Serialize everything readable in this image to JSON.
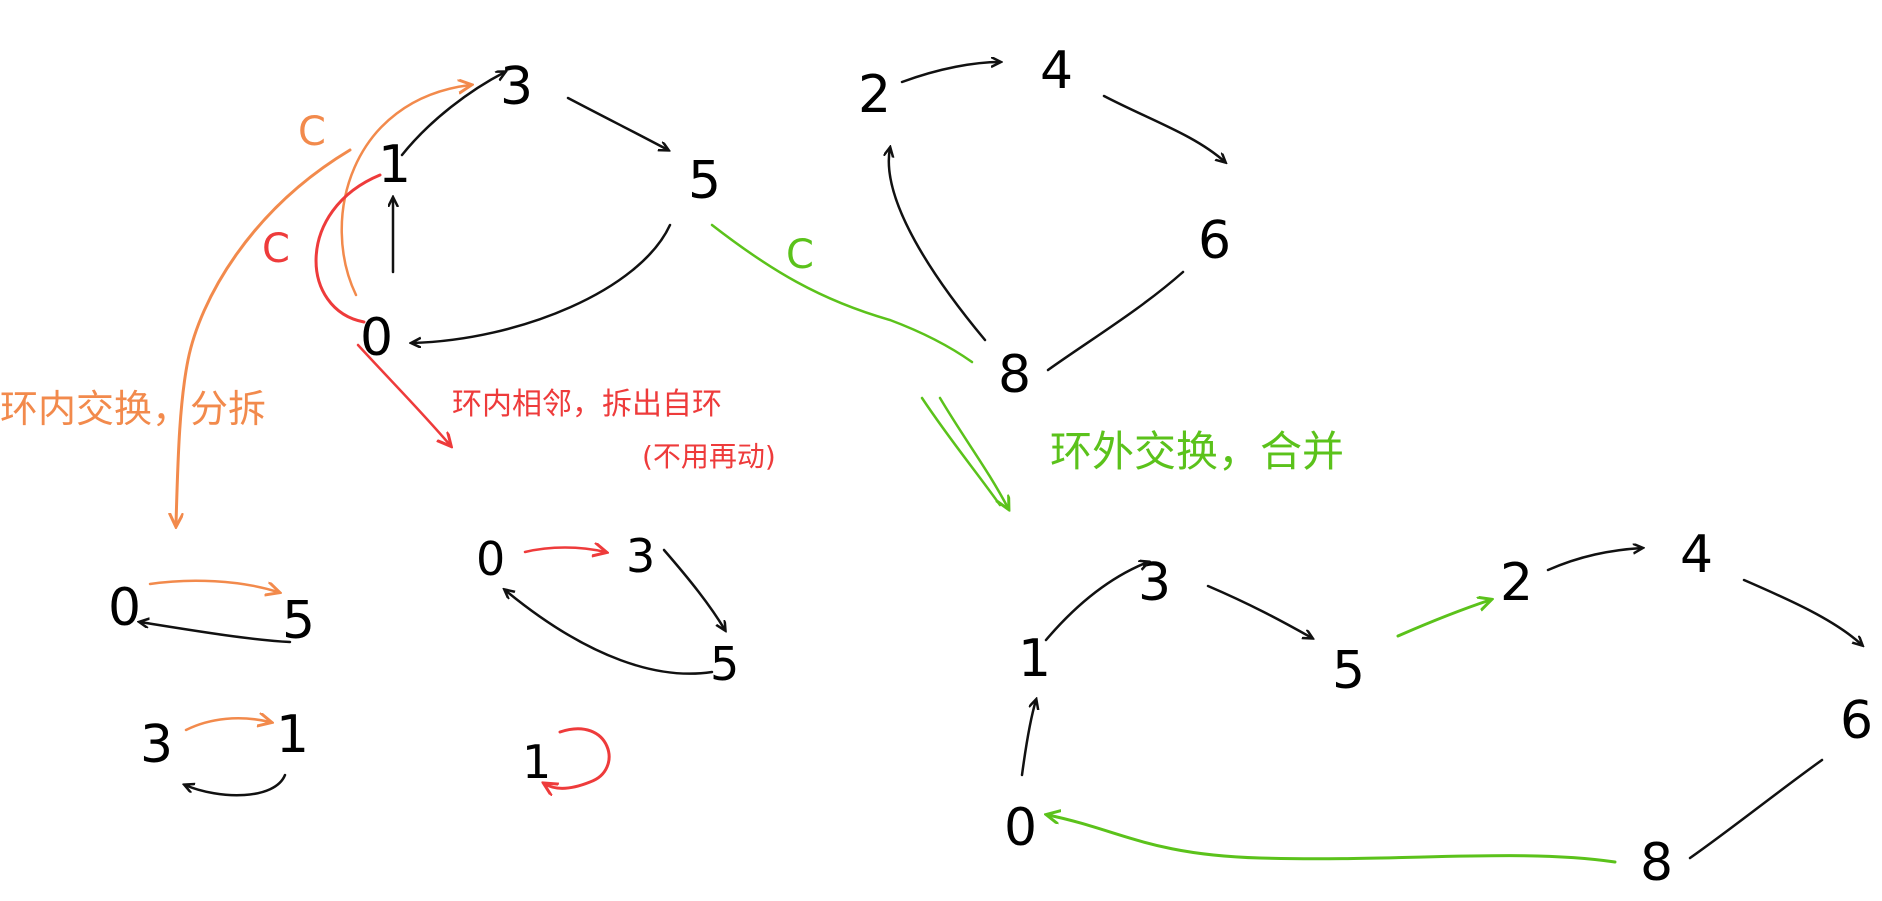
{
  "colors": {
    "black": "#111111",
    "orange": "#F28A4C",
    "red": "#EE3B3B",
    "green": "#5BC21B"
  },
  "left_graph": {
    "nodes": [
      "3",
      "1",
      "0",
      "5"
    ],
    "edge_labels": {
      "orange_c": "C",
      "red_c": "C"
    }
  },
  "right_graph": {
    "nodes": [
      "2",
      "4",
      "6",
      "8"
    ]
  },
  "green_c": "C",
  "annotations": {
    "orange": "环内交换，分拆",
    "red_line1": "环内相邻，拆出自环",
    "red_line2": "(不用再动)",
    "green": "环外交换，合并"
  },
  "result_orange_a": {
    "nodes": [
      "0",
      "5"
    ]
  },
  "result_orange_b": {
    "nodes": [
      "3",
      "1"
    ]
  },
  "result_red_a": {
    "nodes": [
      "0",
      "3",
      "5"
    ]
  },
  "result_red_b": {
    "nodes": [
      "1"
    ]
  },
  "result_green": {
    "nodes": [
      "3",
      "1",
      "0",
      "5",
      "2",
      "4",
      "6",
      "8"
    ]
  }
}
